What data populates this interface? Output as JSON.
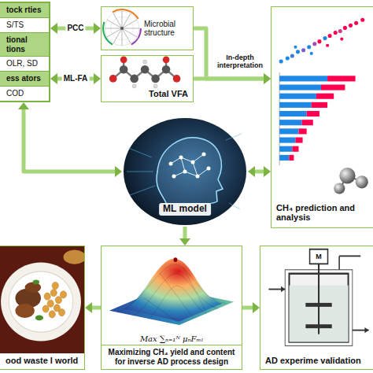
{
  "diagram": {
    "nodes": [
      {
        "text": [
          "tock rties"
        ]
      },
      {
        "text": [
          "S/TS"
        ],
        "in": 0
      },
      {
        "text": [
          "tional tions"
        ],
        "in": 0
      },
      {
        "text": [
          "OLR, SD"
        ],
        "in": 0
      },
      {
        "text": [
          "ess ators"
        ],
        "in": 0
      },
      {
        "text": [
          "COD"
        ],
        "in": 0
      },
      {
        "text": [
          "Microbial structure"
        ]
      },
      {
        "text": [
          "Total VFA"
        ]
      },
      {
        "text": [
          "CH₄ prediction and analysis"
        ]
      },
      {
        "text": [
          "ML model"
        ]
      },
      {
        "text": [
          "ood waste l world"
        ]
      },
      {
        "text": [
          "Maximizing CH₄ yield and content for inverse AD process design"
        ]
      },
      {
        "text": [
          "AD experime validation"
        ]
      }
    ],
    "edges": [
      {
        "from": 0,
        "to": 6,
        "label": "PCC",
        "arrow": "both"
      },
      {
        "from": 0,
        "to": 7,
        "label": "ML-FA",
        "arrow": "both"
      },
      {
        "from": 6,
        "to": 8,
        "arrow": "to"
      },
      {
        "from": 7,
        "to": 8,
        "label": "In-depth interpretation",
        "arrow": "to"
      },
      {
        "from": 9,
        "to": 0,
        "arrow": "both"
      },
      {
        "from": 9,
        "to": 8,
        "arrow": "both"
      },
      {
        "from": 9,
        "to": 11,
        "arrow": "to"
      },
      {
        "from": 11,
        "to": 10,
        "arrow": "to"
      },
      {
        "from": 11,
        "to": 12,
        "arrow": "to"
      }
    ],
    "labels": [
      "Max ∑ₙ₌₁ᴺ μₙFₘₗ",
      "M"
    ]
  }
}
